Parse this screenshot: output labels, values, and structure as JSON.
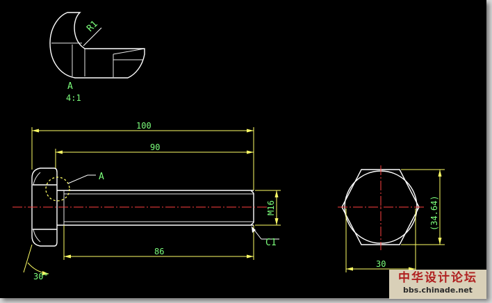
{
  "drawing": {
    "detail_view": {
      "label": "A",
      "scale": "4:1",
      "radius_label": "R1"
    },
    "front_view": {
      "dim_total_length": "100",
      "dim_shank_length": "90",
      "dim_thread_length": "86",
      "dim_thread_size": "M16",
      "dim_chamfer": "C1",
      "dim_angle": "30°",
      "detail_callout": "A"
    },
    "end_view": {
      "dim_across_flats": "30",
      "dim_across_corners": "(34.64)"
    }
  },
  "watermark": {
    "title": "中华设计论坛",
    "url": "bbs.chinade.net"
  },
  "colors": {
    "background": "#000000",
    "geometry": "#ffffff",
    "dimension_lines": "#ffff66",
    "dimension_text": "#7cff7c",
    "centerline": "#ff4040"
  }
}
